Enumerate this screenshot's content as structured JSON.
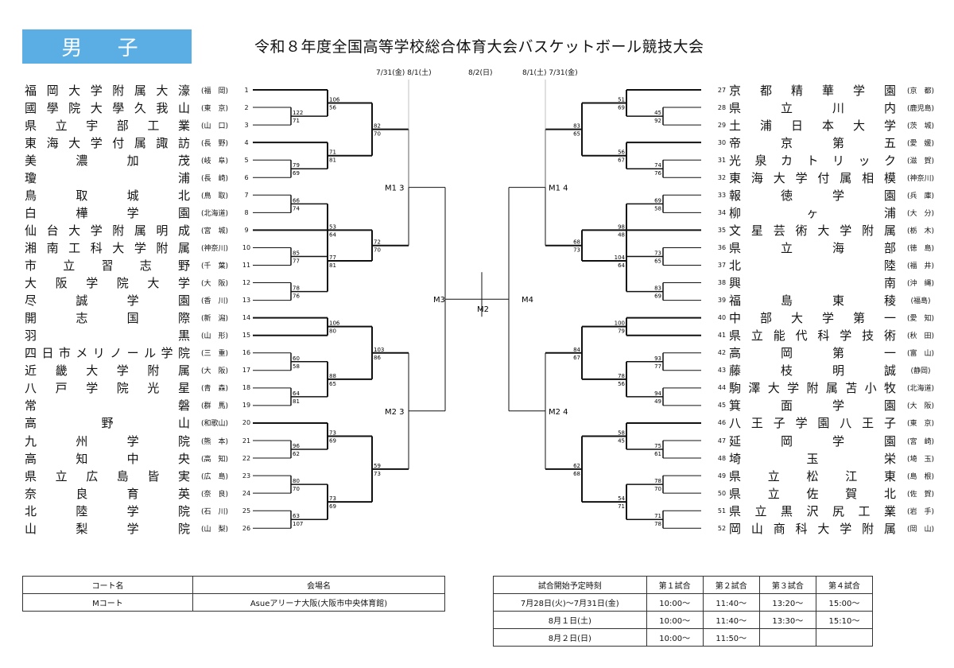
{
  "header": {
    "badge": "男 子",
    "title": "令和８年度全国高等学校総合体育大会バスケットボール競技大会"
  },
  "dates": {
    "left": "7/31(金) 8/1(土)",
    "center": "8/2(日)",
    "right": "8/1(土) 7/31(金)"
  },
  "left_teams": [
    {
      "name": "福岡大学附属大濠",
      "pref": "(福　岡)",
      "seed": "1"
    },
    {
      "name": "國學院大學久我山",
      "pref": "(東　京)",
      "seed": "2"
    },
    {
      "name": "県立宇部工業",
      "pref": "(山　口)",
      "seed": "3"
    },
    {
      "name": "東海大学付属諏訪",
      "pref": "(長　野)",
      "seed": "4"
    },
    {
      "name": "美濃加茂",
      "pref": "(岐　阜)",
      "seed": "5"
    },
    {
      "name": "瓊浦",
      "pref": "(長　崎)",
      "seed": "6"
    },
    {
      "name": "鳥取城北",
      "pref": "(鳥　取)",
      "seed": "7"
    },
    {
      "name": "白樺学園",
      "pref": "(北海道)",
      "seed": "8"
    },
    {
      "name": "仙台大学附属明成",
      "pref": "(宮　城)",
      "seed": "9"
    },
    {
      "name": "湘南工科大学附属",
      "pref": "(神奈川)",
      "seed": "10"
    },
    {
      "name": "市立習志野",
      "pref": "(千　葉)",
      "seed": "11"
    },
    {
      "name": "大阪学院大学",
      "pref": "(大　阪)",
      "seed": "12"
    },
    {
      "name": "尽誠学園",
      "pref": "(香　川)",
      "seed": "13"
    },
    {
      "name": "開志国際",
      "pref": "(新　潟)",
      "seed": "14"
    },
    {
      "name": "羽黒",
      "pref": "(山　形)",
      "seed": "15"
    },
    {
      "name": "四日市メリノール学院",
      "pref": "(三　重)",
      "seed": "16"
    },
    {
      "name": "近畿大学附属",
      "pref": "(大　阪)",
      "seed": "17"
    },
    {
      "name": "八戸学院光星",
      "pref": "(青　森)",
      "seed": "18"
    },
    {
      "name": "常磐",
      "pref": "(群　馬)",
      "seed": "19"
    },
    {
      "name": "高野山",
      "pref": "(和歌山)",
      "seed": "20"
    },
    {
      "name": "九州学院",
      "pref": "(熊　本)",
      "seed": "21"
    },
    {
      "name": "高知中央",
      "pref": "(高　知)",
      "seed": "22"
    },
    {
      "name": "県立広島皆実",
      "pref": "(広　島)",
      "seed": "23"
    },
    {
      "name": "奈良育英",
      "pref": "(奈　良)",
      "seed": "24"
    },
    {
      "name": "北陸学院",
      "pref": "(石　川)",
      "seed": "25"
    },
    {
      "name": "山梨学院",
      "pref": "(山　梨)",
      "seed": "26"
    }
  ],
  "right_teams": [
    {
      "name": "京都精華学園",
      "pref": "(京　都)",
      "seed": "27"
    },
    {
      "name": "県立川内",
      "pref": "(鹿児島)",
      "seed": "28"
    },
    {
      "name": "土浦日本大学",
      "pref": "(茨　城)",
      "seed": "29"
    },
    {
      "name": "帝京第五",
      "pref": "(愛　媛)",
      "seed": "30"
    },
    {
      "name": "光泉カトリック",
      "pref": "(滋　賀)",
      "seed": "31"
    },
    {
      "name": "東海大学付属相模",
      "pref": "(神奈川)",
      "seed": "32"
    },
    {
      "name": "報徳学園",
      "pref": "(兵　庫)",
      "seed": "33"
    },
    {
      "name": "柳ヶ浦",
      "pref": "(大　分)",
      "seed": "34"
    },
    {
      "name": "文星芸術大学附属",
      "pref": "(栃　木)",
      "seed": "35"
    },
    {
      "name": "県立海部",
      "pref": "(徳　島)",
      "seed": "36"
    },
    {
      "name": "北陸",
      "pref": "(福　井)",
      "seed": "37"
    },
    {
      "name": "興南",
      "pref": "(沖　縄)",
      "seed": "38"
    },
    {
      "name": "福島東稜",
      "pref": "(福島)",
      "seed": "39"
    },
    {
      "name": "中部大学第一",
      "pref": "(愛　知)",
      "seed": "40"
    },
    {
      "name": "県立能代科学技術",
      "pref": "(秋　田)",
      "seed": "41"
    },
    {
      "name": "高岡第一",
      "pref": "(富　山)",
      "seed": "42"
    },
    {
      "name": "藤枝明誠",
      "pref": "(静岡)",
      "seed": "43"
    },
    {
      "name": "駒澤大学附属苫小牧",
      "pref": "(北海道)",
      "seed": "44"
    },
    {
      "name": "箕面学園",
      "pref": "(大　阪)",
      "seed": "45"
    },
    {
      "name": "八王子学園八王子",
      "pref": "(東　京)",
      "seed": "46"
    },
    {
      "name": "延岡学園",
      "pref": "(宮　崎)",
      "seed": "47"
    },
    {
      "name": "埼玉栄",
      "pref": "(埼　玉)",
      "seed": "48"
    },
    {
      "name": "県立松江東",
      "pref": "(島　根)",
      "seed": "49"
    },
    {
      "name": "県立佐賀北",
      "pref": "(佐　賀)",
      "seed": "50"
    },
    {
      "name": "県立黒沢尻工業",
      "pref": "(岩　手)",
      "seed": "51"
    },
    {
      "name": "岡山商科大学附属",
      "pref": "(岡　山)",
      "seed": "52"
    }
  ],
  "scores": {
    "L_r1": [
      [
        "122",
        "71"
      ],
      [
        "79",
        "69"
      ],
      [
        "66",
        "74"
      ],
      [
        "85",
        "77"
      ],
      [
        "78",
        "76"
      ],
      [
        "60",
        "58"
      ],
      [
        "64",
        "81"
      ],
      [
        "96",
        "62"
      ],
      [
        "80",
        "70"
      ],
      [
        "63",
        "107"
      ]
    ],
    "L_r2": [
      [
        "106",
        "56"
      ],
      [
        "71",
        "81"
      ],
      [
        "53",
        "64"
      ],
      [
        "77",
        "81"
      ],
      [
        "106",
        "80"
      ],
      [
        "88",
        "65"
      ],
      [
        "73",
        "69"
      ],
      [
        "73",
        "69"
      ]
    ],
    "L_r3": [
      [
        "82",
        "70"
      ],
      [
        "72",
        "70"
      ],
      [
        "103",
        "86"
      ],
      [
        "59",
        "73"
      ]
    ],
    "R_r1": [
      [
        "45",
        "92"
      ],
      [
        "74",
        "76"
      ],
      [
        "69",
        "58"
      ],
      [
        "73",
        "65"
      ],
      [
        "83",
        "69"
      ],
      [
        "93",
        "77"
      ],
      [
        "94",
        "49"
      ],
      [
        "75",
        "61"
      ],
      [
        "78",
        "70"
      ],
      [
        "71",
        "78"
      ]
    ],
    "R_r2": [
      [
        "51",
        "69"
      ],
      [
        "56",
        "67"
      ],
      [
        "98",
        "48"
      ],
      [
        "104",
        "64"
      ],
      [
        "100",
        "79"
      ],
      [
        "78",
        "56"
      ],
      [
        "58",
        "45"
      ],
      [
        "54",
        "71"
      ]
    ],
    "R_r3": [
      [
        "83",
        "65"
      ],
      [
        "68",
        "73"
      ],
      [
        "84",
        "67"
      ],
      [
        "62",
        "68"
      ]
    ]
  },
  "match_labels": {
    "L_M1": "M1 3",
    "L_M2": "M2 3",
    "R_M1": "M1 4",
    "R_M2": "M2 4",
    "M3": "M3",
    "M4": "M4",
    "M2": "M2"
  },
  "venue_table": {
    "headers": [
      "コート名",
      "会場名"
    ],
    "row": [
      "Mコート",
      "Asueアリーナ大阪(大阪市中央体育館)"
    ]
  },
  "schedule_table": {
    "headers": [
      "試合開始予定時刻",
      "第１試合",
      "第２試合",
      "第３試合",
      "第４試合"
    ],
    "rows": [
      [
        "7月28日(火)～7月31日(金)",
        "10:00～",
        "11:40～",
        "13:20～",
        "15:00～"
      ],
      [
        "8月１日(土)",
        "10:00～",
        "11:40～",
        "13:30～",
        "15:10～"
      ],
      [
        "8月２日(日)",
        "10:00～",
        "11:50～",
        "",
        ""
      ]
    ]
  }
}
